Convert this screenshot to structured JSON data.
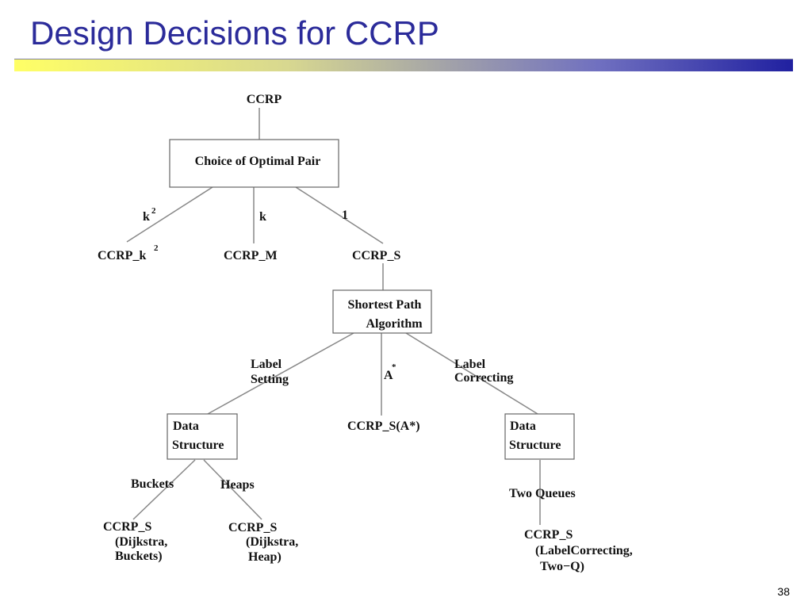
{
  "slide": {
    "title": "Design Decisions for CCRP",
    "page_number": "38"
  },
  "diagram": {
    "root": "CCRP",
    "choice_box": "Choice of Optimal Pair",
    "edge_k2": "k",
    "edge_k2_sup": "2",
    "edge_k": "k",
    "edge_1": "1",
    "leaf_ccrp_k2": "CCRP_k",
    "leaf_ccrp_k2_sup": "2",
    "leaf_ccrp_m": "CCRP_M",
    "leaf_ccrp_s": "CCRP_S",
    "sp_box_line1": "Shortest Path",
    "sp_box_line2": "Algorithm",
    "edge_label_setting_1": "Label",
    "edge_label_setting_2": "Setting",
    "edge_astar": "A",
    "edge_astar_sup": "*",
    "edge_label_correcting_1": "Label",
    "edge_label_correcting_2": "Correcting",
    "ds_left_line1": "Data",
    "ds_left_line2": "Structure",
    "leaf_ccrp_s_astar": "CCRP_S(A*)",
    "ds_right_line1": "Data",
    "ds_right_line2": "Structure",
    "edge_buckets": "Buckets",
    "edge_heaps": "Heaps",
    "edge_two_queues": "Two Queues",
    "leaf_buckets_1": "CCRP_S",
    "leaf_buckets_2": "(Dijkstra,",
    "leaf_buckets_3": "Buckets)",
    "leaf_heap_1": "CCRP_S",
    "leaf_heap_2": "(Dijkstra,",
    "leaf_heap_3": "Heap)",
    "leaf_lc_1": "CCRP_S",
    "leaf_lc_2": "(LabelCorrecting,",
    "leaf_lc_3": "Two−Q)"
  },
  "colors": {
    "title": "#2b2b9a",
    "line": "#888888",
    "box_border": "#666666"
  }
}
